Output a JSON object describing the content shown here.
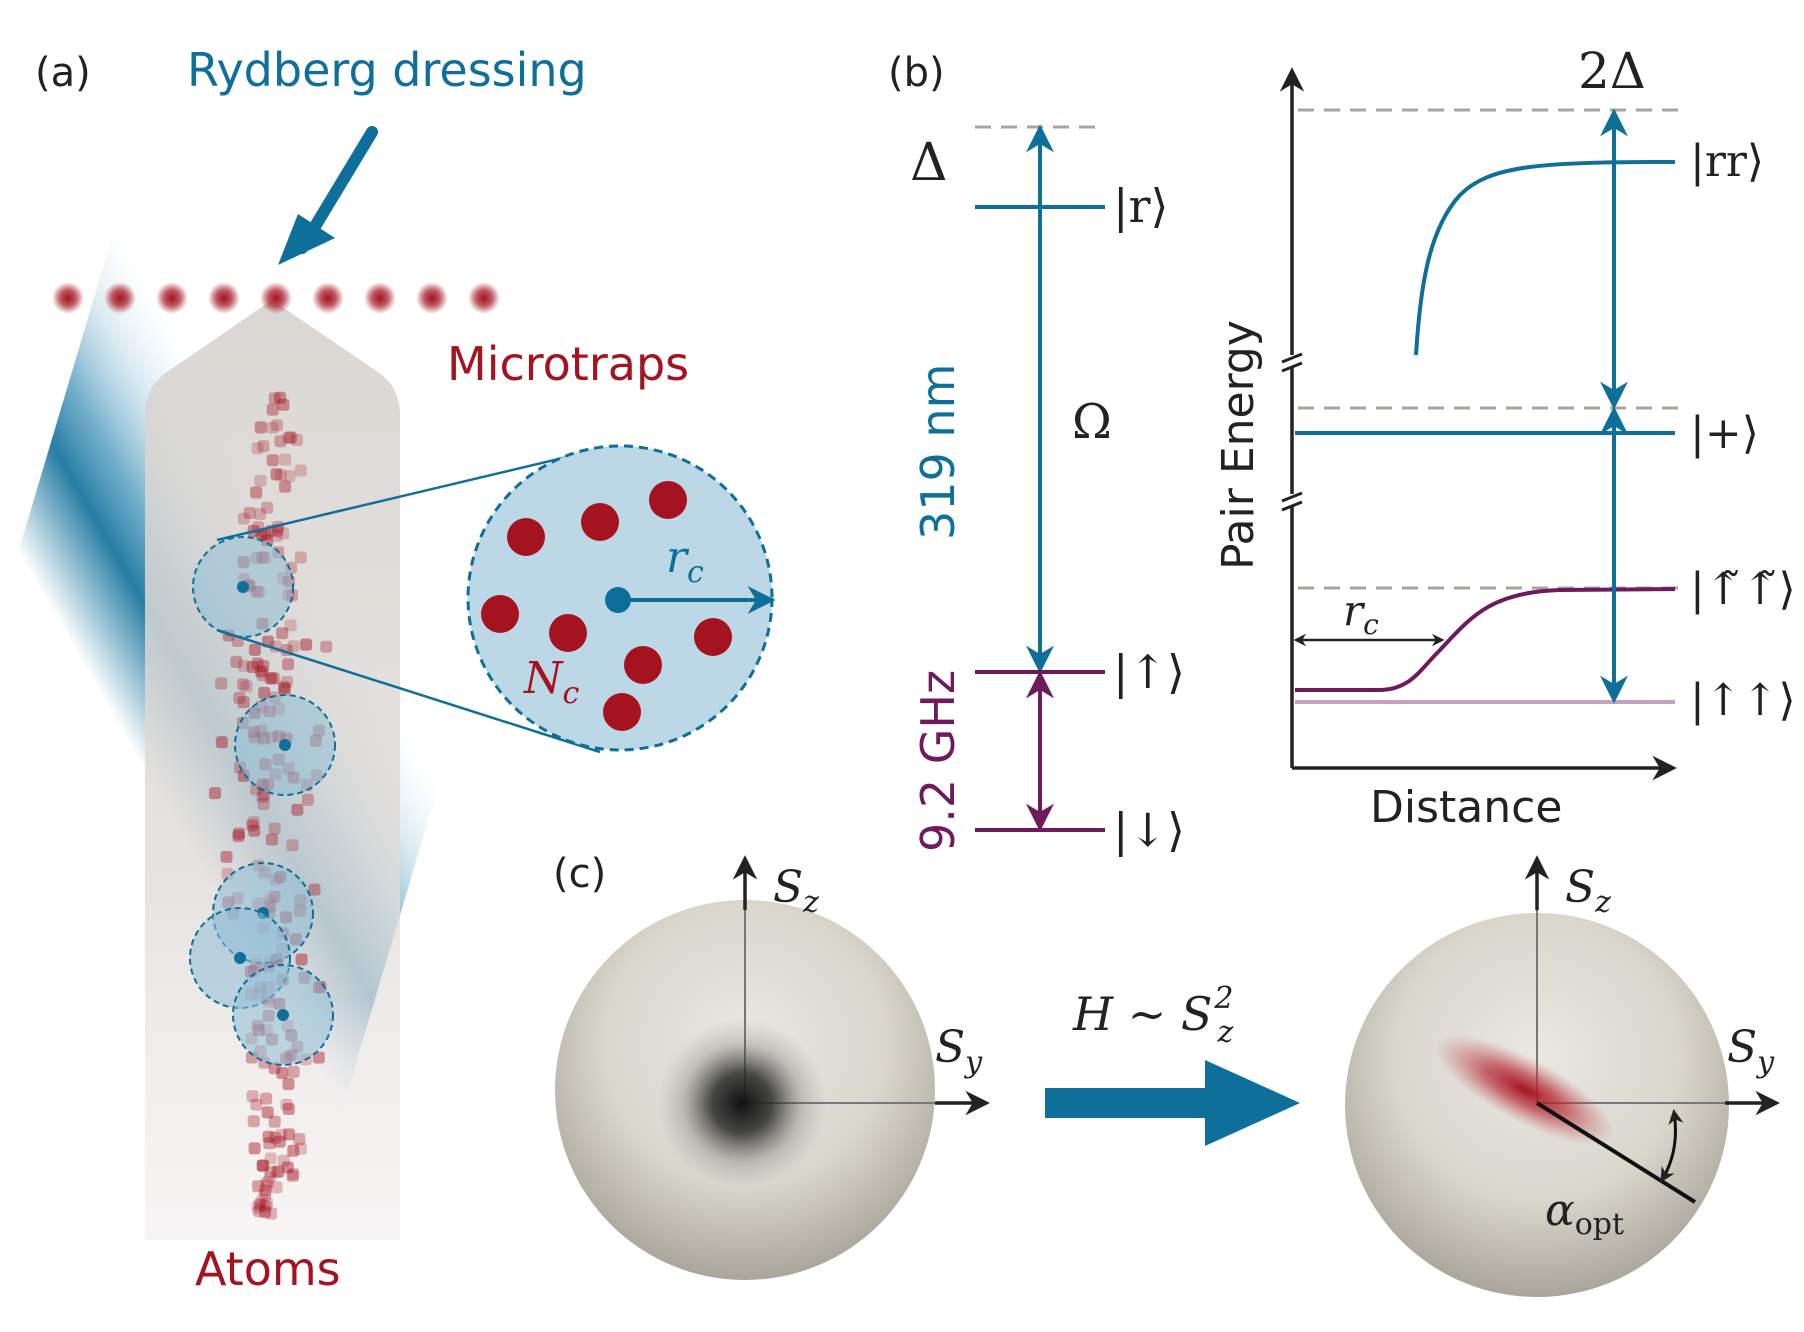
{
  "panel_a": {
    "label": "(a)",
    "dressing_label": "Rydberg dressing",
    "microtraps_label": "Microtraps",
    "atoms_label": "Atoms",
    "rc_label": "r",
    "rc_sub": "c",
    "nc_label": "N",
    "nc_sub": "c"
  },
  "panel_b": {
    "label": "(b)",
    "delta_label": "Δ",
    "r_state": "|r⟩",
    "omega_label": "Ω",
    "wavelength_label": "319 nm",
    "up_state": "|↑⟩",
    "down_state": "|↓⟩",
    "frequency_label": "9.2 GHz",
    "two_delta_label": "2Δ",
    "rr_state": "|rr⟩",
    "plus_state": "|+⟩",
    "dressed_state": "|↑̃↑̃⟩",
    "upup_state": "|↑↑⟩",
    "ylabel": "Pair Energy",
    "xlabel": "Distance",
    "rc_label": "r",
    "rc_sub": "c"
  },
  "panel_c": {
    "label": "(c)",
    "sz_label": "S",
    "sz_sub": "z",
    "sy_label": "S",
    "sy_sub": "y",
    "hamiltonian_label": "H ∼ S",
    "hamiltonian_sup": "2",
    "hamiltonian_sub": "z",
    "alpha_label": "α",
    "alpha_sub": "opt"
  },
  "colors": {
    "blue": "#0f6f9b",
    "red": "#a51320",
    "purple": "#6e1a5c",
    "light_purple": "#c8a0c0",
    "dashed_gray": "#a8a49c",
    "sphere_light": "#e8e6df",
    "sphere_dark": "#a8a498"
  }
}
